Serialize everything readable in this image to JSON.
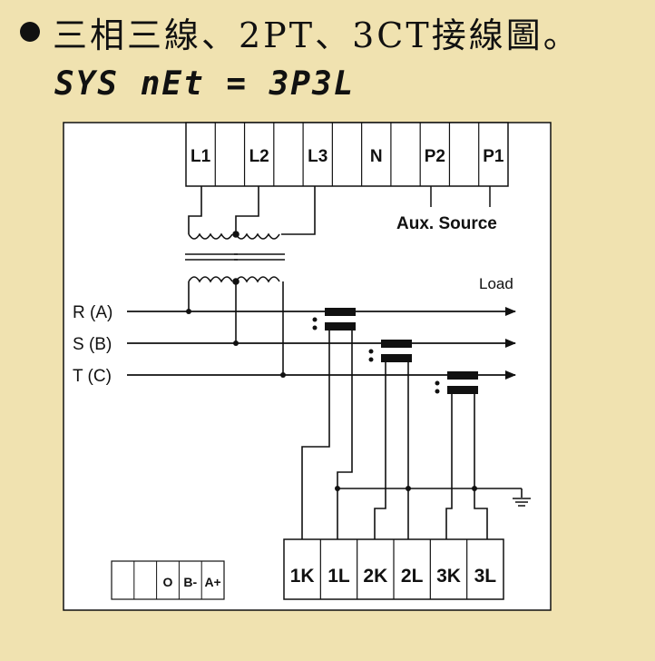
{
  "header": {
    "title": "三相三線、2PT、3CT接線圖。",
    "sys_config": "SYS nEt = 3P3L"
  },
  "top_terminals": [
    "L1",
    "L2",
    "L3",
    "N",
    "P2",
    "P1"
  ],
  "aux_source_label": "Aux. Source",
  "load_label": "Load",
  "phase_labels": [
    "R (A)",
    "S (B)",
    "T (C)"
  ],
  "bottom_terminals": [
    "1K",
    "1L",
    "2K",
    "2L",
    "3K",
    "3L"
  ],
  "comm_terminals": [
    "",
    "",
    "O",
    "B-",
    "A+"
  ]
}
